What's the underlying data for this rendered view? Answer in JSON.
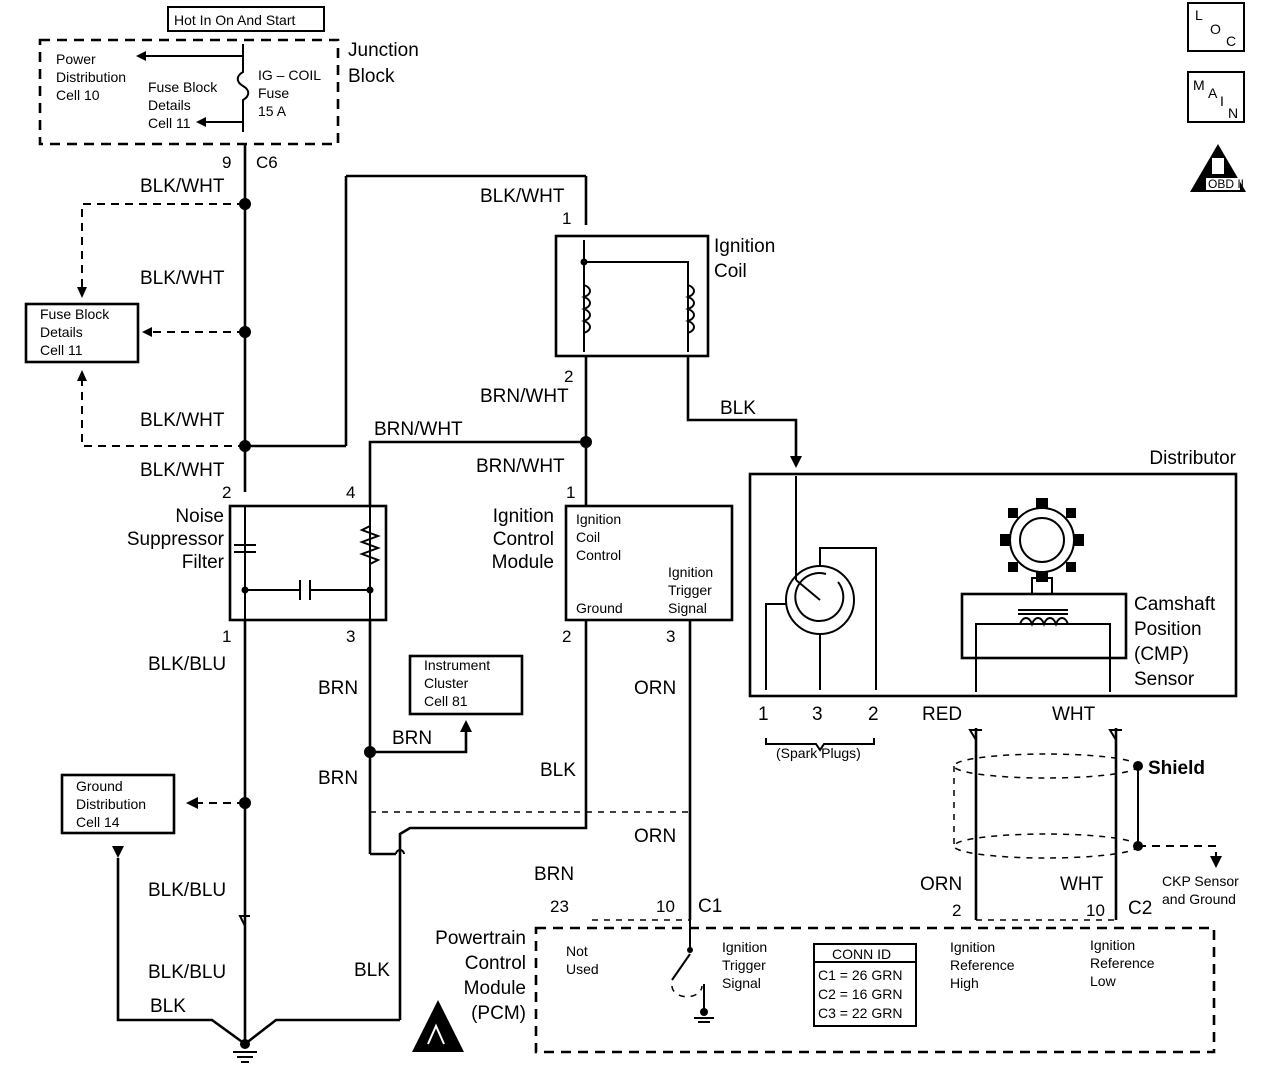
{
  "hot_label": "Hot In On And Start",
  "junction_block": {
    "title_1": "Junction",
    "title_2": "Block",
    "power_1": "Power",
    "power_2": "Distribution",
    "power_3": "Cell 10",
    "fuse_details_1": "Fuse Block",
    "fuse_details_2": "Details",
    "fuse_details_3": "Cell 11",
    "fuse_1": "IG – COIL",
    "fuse_2": "Fuse",
    "fuse_3": "15 A",
    "pin": "9",
    "connector": "C6"
  },
  "icons": {
    "loc": [
      "L",
      "O",
      "C"
    ],
    "main": [
      "M",
      "A",
      "I",
      "N"
    ],
    "obd": "OBD II"
  },
  "wires": {
    "blk_wht": "BLK/WHT",
    "brn_wht": "BRN/WHT",
    "blk": "BLK",
    "blk_blu": "BLK/BLU",
    "brn": "BRN",
    "orn": "ORN",
    "red": "RED",
    "wht": "WHT"
  },
  "fuse_block_box": {
    "l1": "Fuse Block",
    "l2": "Details",
    "l3": "Cell 11"
  },
  "ignition_coil": {
    "t1": "Ignition",
    "t2": "Coil",
    "pin_top": "1",
    "pin_bottom": "2"
  },
  "noise_filter": {
    "t1": "Noise",
    "t2": "Suppressor",
    "t3": "Filter",
    "pin_tl": "2",
    "pin_tr": "4",
    "pin_bl": "1",
    "pin_br": "3"
  },
  "icm": {
    "t1": "Ignition",
    "t2": "Control",
    "t3": "Module",
    "in1": "Ignition",
    "in2": "Coil",
    "in3": "Control",
    "ground": "Ground",
    "trig1": "Ignition",
    "trig2": "Trigger",
    "trig3": "Signal",
    "pin_top": "1",
    "pin_gnd": "2",
    "pin_trig": "3"
  },
  "distributor": {
    "title": "Distributor",
    "plug_pins": [
      "1",
      "3",
      "2"
    ],
    "spark_plugs": "(Spark Plugs)"
  },
  "cmp": {
    "t1": "Camshaft",
    "t2": "Position",
    "t3": "(CMP)",
    "t4": "Sensor"
  },
  "instrument_cluster": {
    "l1": "Instrument",
    "l2": "Cluster",
    "l3": "Cell 81"
  },
  "ground_dist": {
    "l1": "Ground",
    "l2": "Distribution",
    "l3": "Cell 14"
  },
  "shield": {
    "label": "Shield",
    "ckp1": "CKP Sensor",
    "ckp2": "and Ground"
  },
  "pcm": {
    "t1": "Powertrain",
    "t2": "Control",
    "t3": "Module",
    "t4": "(PCM)",
    "pin_23": "23",
    "pin_10": "10",
    "c1": "C1",
    "pin_2": "2",
    "pin_10b": "10",
    "c2": "C2",
    "not_used_1": "Not",
    "not_used_2": "Used",
    "trig1": "Ignition",
    "trig2": "Trigger",
    "trig3": "Signal",
    "refhi1": "Ignition",
    "refhi2": "Reference",
    "refhi3": "High",
    "reflo1": "Ignition",
    "reflo2": "Reference",
    "reflo3": "Low",
    "conn_title": "CONN ID",
    "conn": [
      "C1 = 26 GRN",
      "C2 = 16 GRN",
      "C3 = 22 GRN"
    ]
  }
}
